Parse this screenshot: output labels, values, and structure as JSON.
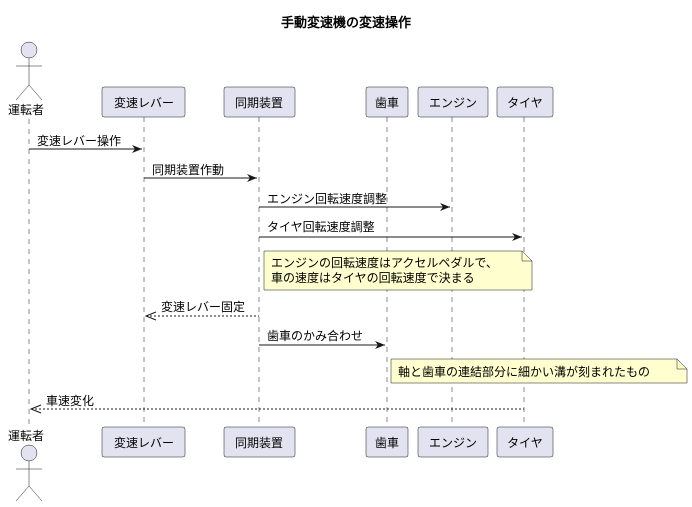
{
  "title": "手動変速機の変速操作",
  "participants": {
    "driver": "運転者",
    "lever": "変速レバー",
    "sync": "同期装置",
    "gear": "歯車",
    "engine": "エンジン",
    "tire": "タイヤ"
  },
  "messages": {
    "m1": "変速レバー操作",
    "m2": "同期装置作動",
    "m3": "エンジン回転速度調整",
    "m4": "タイヤ回転速度調整",
    "m5": "変速レバー固定",
    "m6": "歯車のかみ合わせ",
    "m7": "車速変化"
  },
  "notes": {
    "n1_line1": "エンジンの回転速度はアクセルペダルで、",
    "n1_line2": "車の速度はタイヤの回転速度で決まる",
    "n2": "軸と歯車の連結部分に細かい溝が刻まれたもの"
  }
}
